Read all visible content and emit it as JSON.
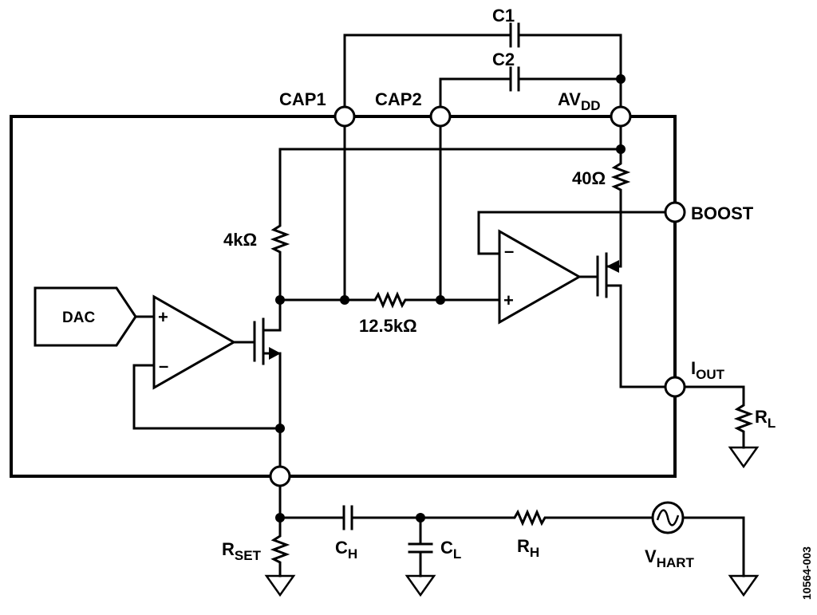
{
  "pins": {
    "cap1": "CAP1",
    "cap2": "CAP2",
    "avdd_main": "AV",
    "avdd_sub": "DD",
    "boost": "BOOST",
    "iout_main": "I",
    "iout_sub": "OUT"
  },
  "components": {
    "c1": "C1",
    "c2": "C2",
    "r40": "40Ω",
    "r4k": "4kΩ",
    "r12k5": "12.5kΩ",
    "dac": "DAC",
    "rl_main": "R",
    "rl_sub": "L",
    "rset_main": "R",
    "rset_sub": "SET",
    "ch_main": "C",
    "ch_sub": "H",
    "cl_main": "C",
    "cl_sub": "L",
    "rh_main": "R",
    "rh_sub": "H",
    "vhart_main": "V",
    "vhart_sub": "HART"
  },
  "opamp_signs": {
    "plus": "+",
    "minus": "–"
  },
  "figure_id": "10564-003"
}
